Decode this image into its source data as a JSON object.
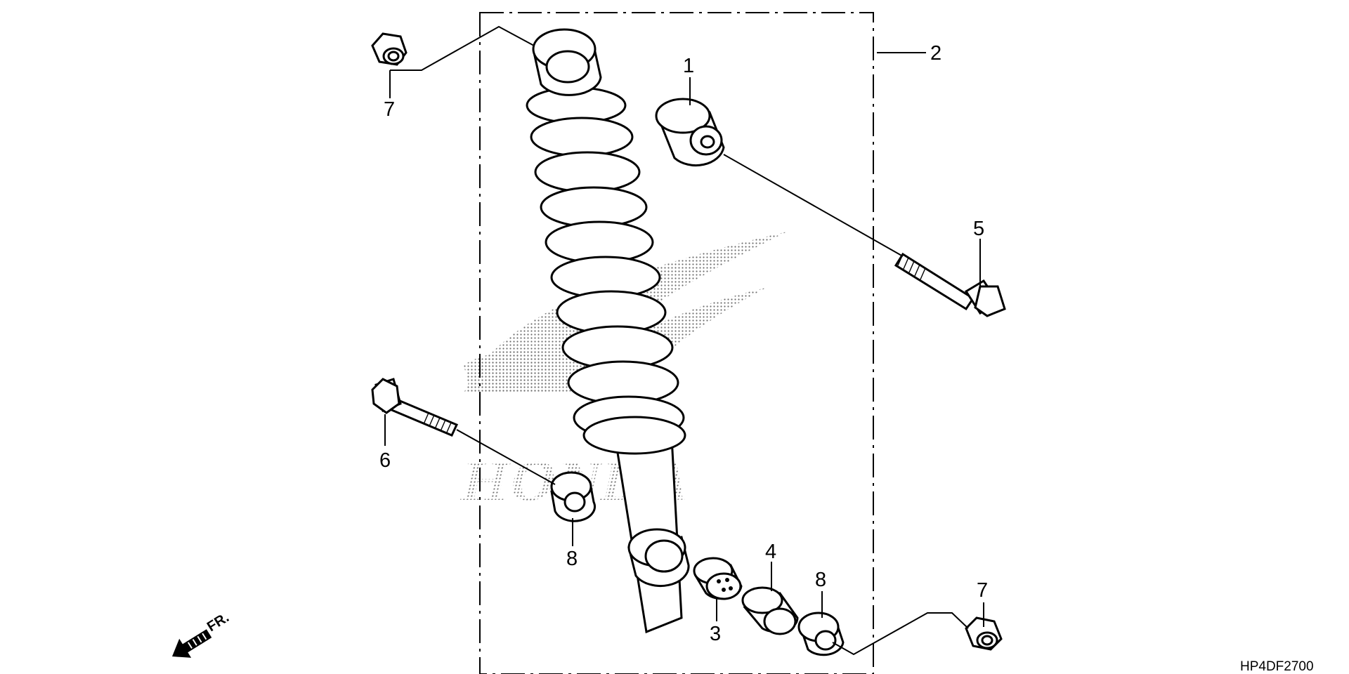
{
  "callouts": {
    "c1": "1",
    "c2": "2",
    "c3": "3",
    "c4": "4",
    "c5": "5",
    "c6": "6",
    "c7_top": "7",
    "c7_bottom": "7",
    "c8_left": "8",
    "c8_right": "8"
  },
  "watermark": {
    "brand": "HONDA"
  },
  "direction": {
    "label": "FR."
  },
  "diagram_code": "HP4DF2700"
}
